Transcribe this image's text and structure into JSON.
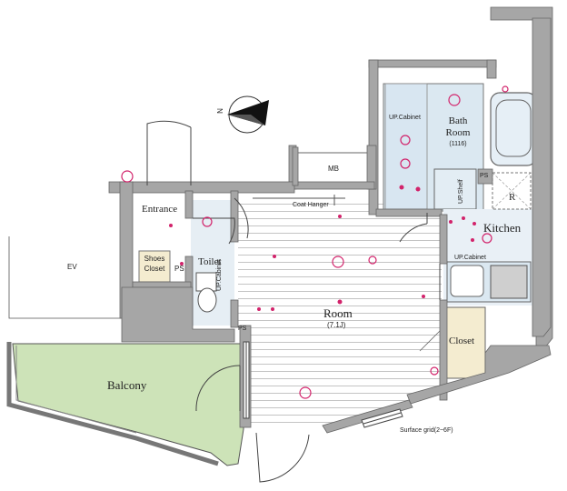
{
  "compass": {
    "north_label": "N"
  },
  "rooms": {
    "room": {
      "name": "Room",
      "size": "(7.1J)"
    },
    "bath": {
      "name_line1": "Bath",
      "name_line2": "Room",
      "size": "(1116)"
    },
    "kitchen": "Kitchen",
    "toilet": "Toilet",
    "entrance": "Entrance",
    "balcony": "Balcony",
    "closet": "Closet",
    "shoes_closet_line1": "Shoes",
    "shoes_closet_line2": "Closet"
  },
  "labels": {
    "mb": "MB",
    "ev": "EV",
    "ps_entrance": "PS",
    "ps_kitchen": "PS",
    "ps_room": "PS",
    "coat_hanger": "Coat Hanger",
    "up_cabinet_bath": "UP.Cabinet",
    "up_cabinet_kitchen": "UP.Cabinet",
    "up_cabinet_toilet": "UP.Cabinet",
    "up_shelf": "UP.Shelf",
    "refrigerator": "R",
    "surface_grid": "Surface grid(2~6F)"
  },
  "colors": {
    "wall": "#a6a6a6",
    "balcony": "#cde3b8",
    "wet_area": "#dbe8f1",
    "closet": "#f4ecd0",
    "floor_lines": "#b8b8b8",
    "fixtures": "#d2236b"
  }
}
